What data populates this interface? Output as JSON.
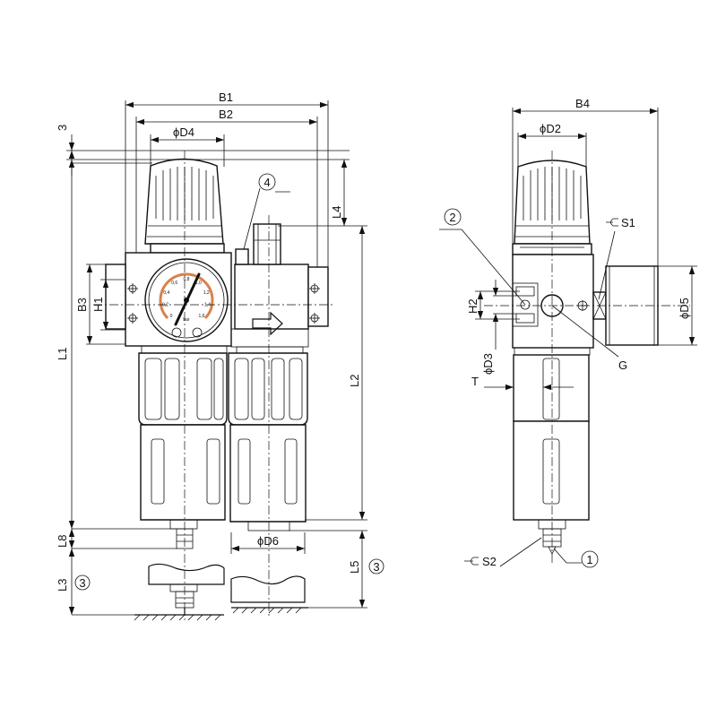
{
  "dimensions": {
    "B1": "B1",
    "B2": "B2",
    "D4": "ϕD4",
    "B4": "B4",
    "D2": "ϕD2",
    "L1": "L1",
    "L2": "L2",
    "L3": "L3",
    "L4": "L4",
    "L5": "L5",
    "L8": "L8",
    "B3": "B3",
    "H1": "H1",
    "H2": "H2",
    "D3": "ϕD3",
    "D5": "ϕD5",
    "D6": "ϕD6",
    "T": "T",
    "G": "G",
    "S1": "S1",
    "S2": "S2",
    "three_top": "3"
  },
  "callouts": {
    "c1": "1",
    "c2": "2",
    "c3_left": "3",
    "c3_right": "3",
    "c4": "4"
  },
  "gauge": {
    "ticks": [
      "0",
      "0,2",
      "0,4",
      "0,6",
      "0,8",
      "1,0",
      "1,2",
      "1,4",
      "1,6"
    ],
    "unit": "bar"
  }
}
